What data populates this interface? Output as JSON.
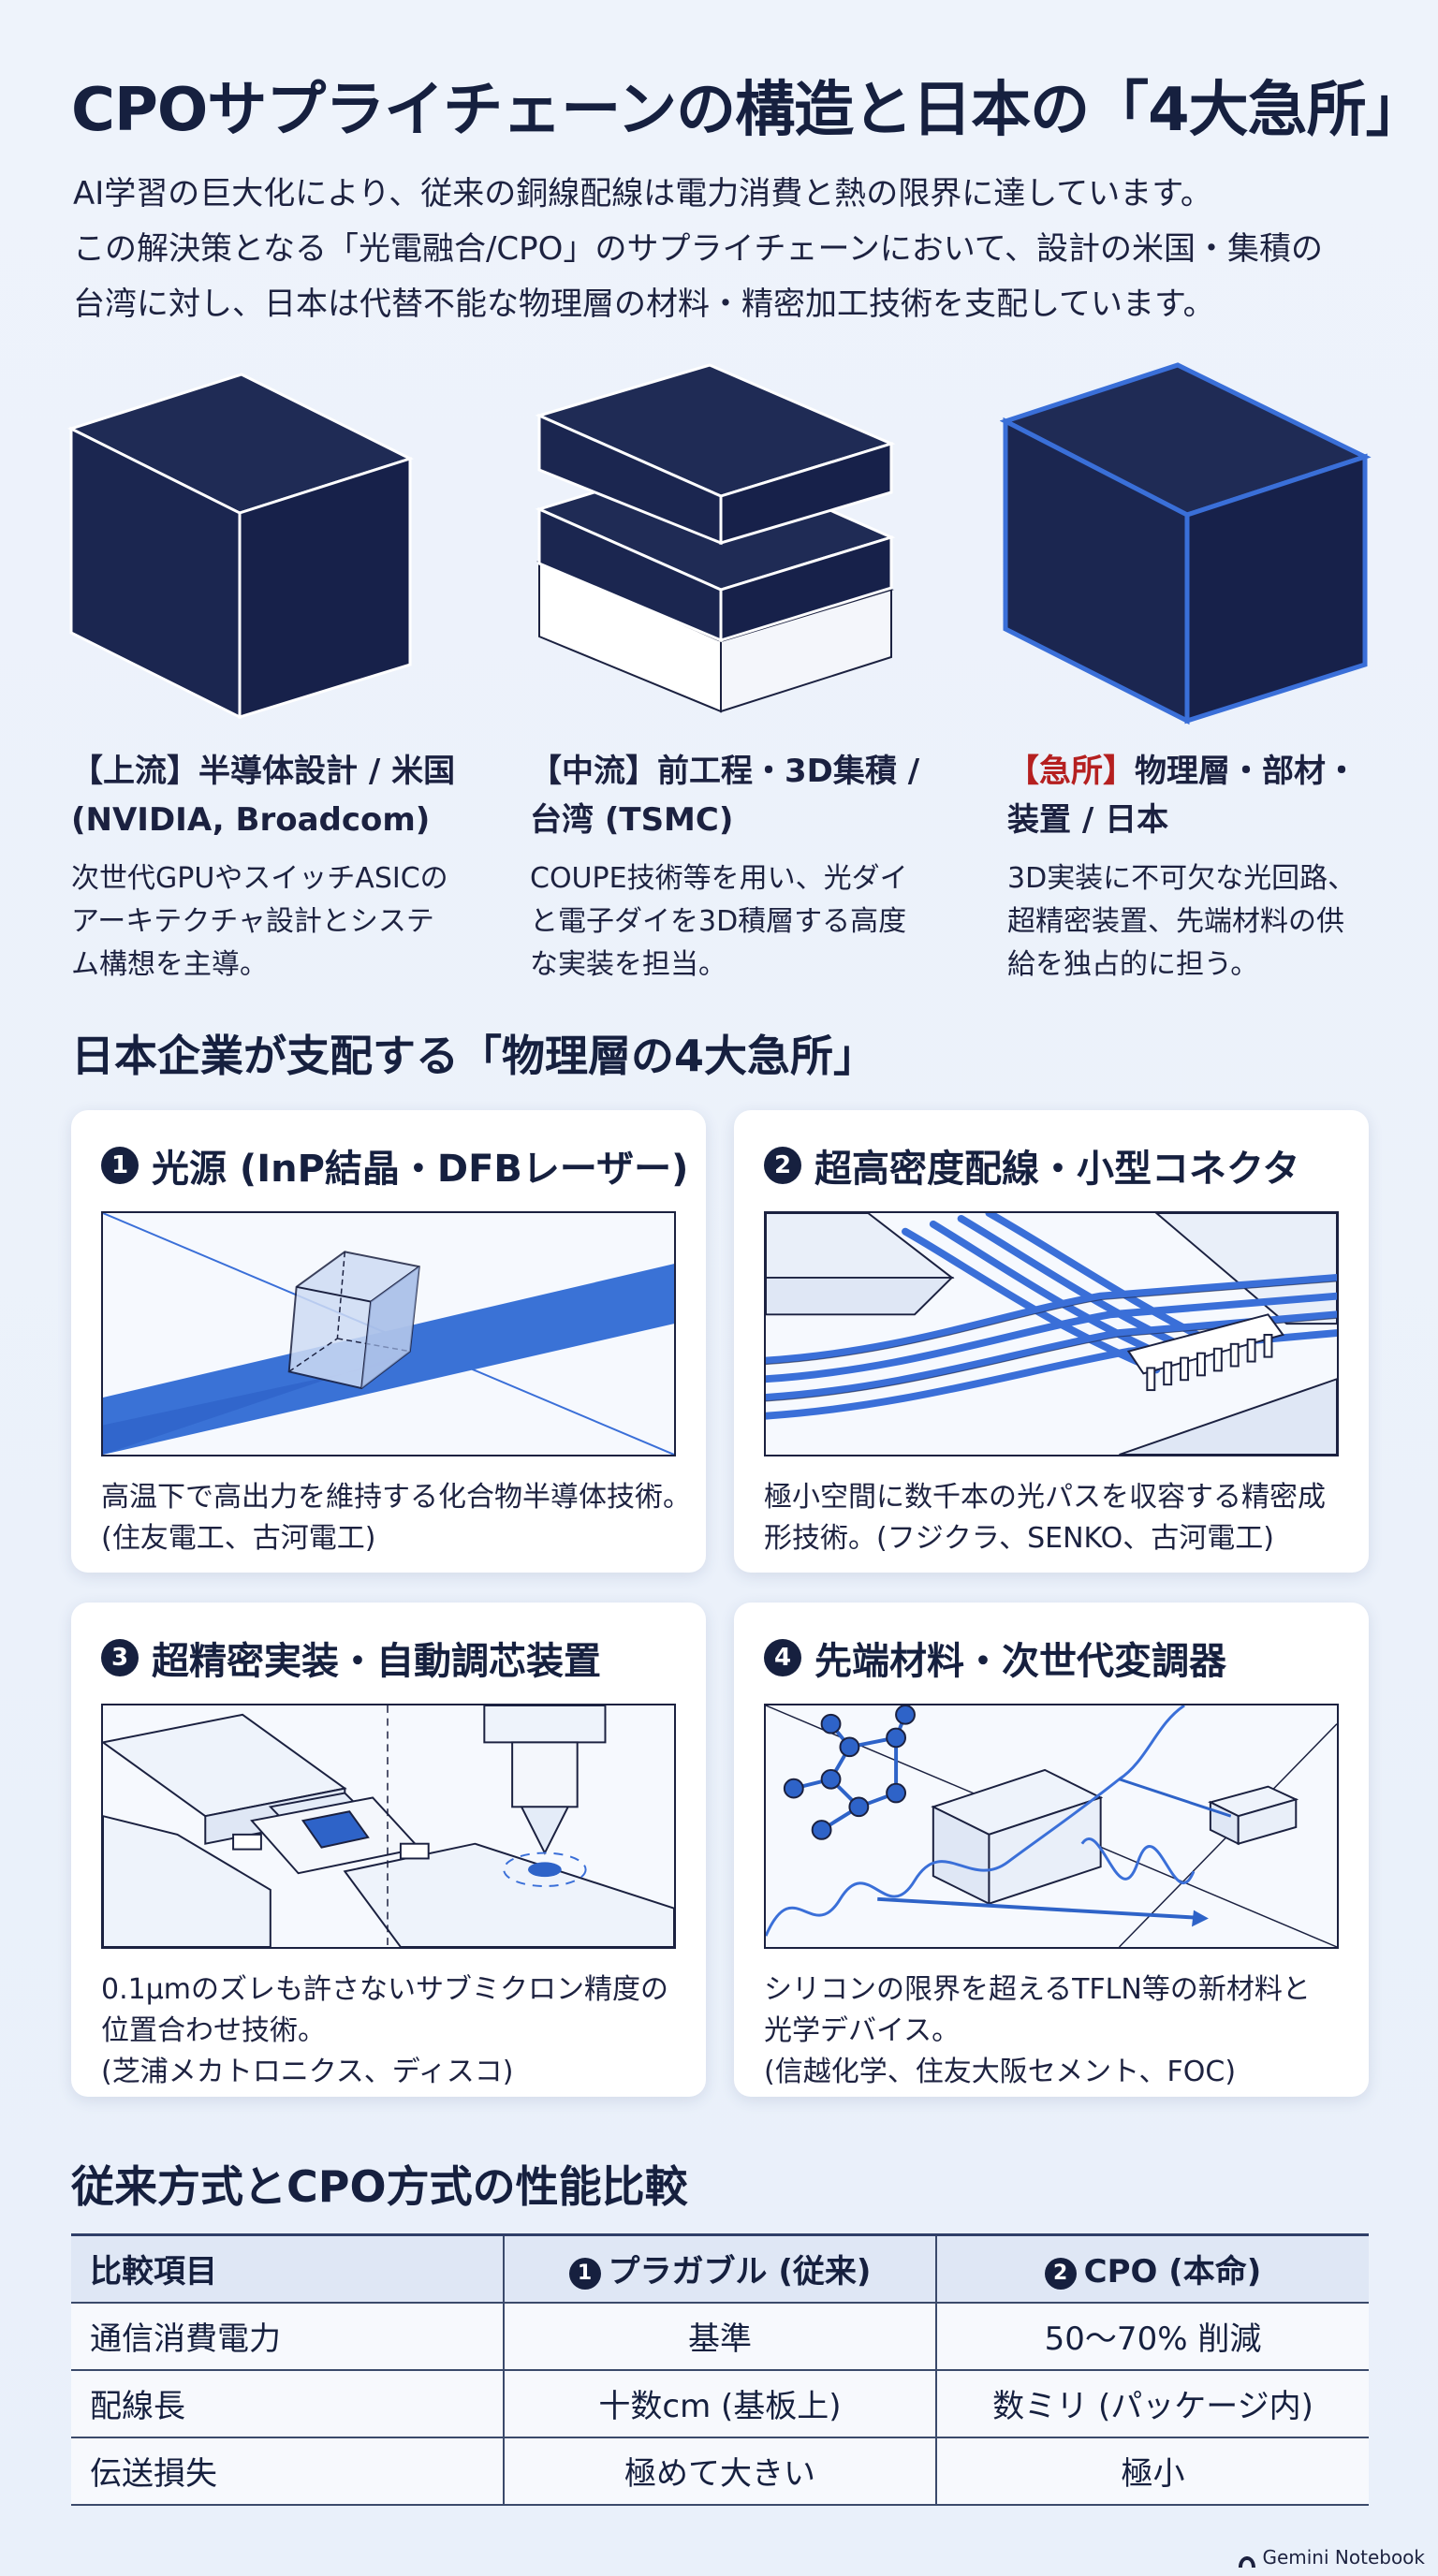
{
  "title": "CPOサプライチェーンの構造と日本の「4大急所」",
  "intro": [
    "AI学習の巨大化により、従来の銅線配線は電力消費と熱の限界に達しています。",
    "この解決策となる「光電融合/CPO」のサプライチェーンにおいて、設計の米国・集積の",
    "台湾に対し、日本は代替不能な物理層の材料・精密加工技術を支配しています。"
  ],
  "tiers": [
    {
      "head_lines": [
        "【上流】半導体設計 / 米国",
        "(NVIDIA, Broadcom)"
      ],
      "body_lines": [
        "次世代GPUやスイッチASICの",
        "アーキテクチャ設計とシステ",
        "ム構想を主導。"
      ]
    },
    {
      "head_lines": [
        "【中流】前工程・3D集積 /",
        "台湾 (TSMC)"
      ],
      "body_lines": [
        "COUPE技術等を用い、光ダイ",
        "と電子ダイを3D積層する高度",
        "な実装を担当。"
      ]
    },
    {
      "head_tag": "【急所】",
      "head_rest": "物理層・部材・",
      "head_line2": "装置 / 日本",
      "body_lines": [
        "3D実装に不可欠な光回路、",
        "超精密装置、先端材料の供",
        "給を独占的に担う。"
      ]
    }
  ],
  "section1_title": "日本企業が支配する「物理層の4大急所」",
  "cards": [
    {
      "num": "1",
      "title": "光源 (InP結晶・DFBレーザー)",
      "text_lines": [
        "高温下で高出力を維持する化合物半導体技術。",
        "(住友電工、古河電工)"
      ]
    },
    {
      "num": "2",
      "title": "超高密度配線・小型コネクタ",
      "text_lines": [
        "極小空間に数千本の光パスを収容する精密成",
        "形技術。(フジクラ、SENKO、古河電工)"
      ]
    },
    {
      "num": "3",
      "title": "超精密実装・自動調芯装置",
      "text_lines": [
        "0.1μmのズレも許さないサブミクロン精度の",
        "位置合わせ技術。",
        "(芝浦メカトロニクス、ディスコ)"
      ]
    },
    {
      "num": "4",
      "title": "先端材料・次世代変調器",
      "text_lines": [
        "シリコンの限界を超えるTFLN等の新材料と",
        "光学デバイス。",
        "(信越化学、住友大阪セメント、FOC)"
      ]
    }
  ],
  "section2_title": "従来方式とCPO方式の性能比較",
  "table": {
    "headers": [
      {
        "num": "",
        "label": "比較項目"
      },
      {
        "num": "1",
        "label": "プラガブル (従来)"
      },
      {
        "num": "2",
        "label": "CPO (本命)"
      }
    ],
    "rows": [
      [
        "通信消費電力",
        "基準",
        "50〜70% 削減"
      ],
      [
        "配線長",
        "十数cm (基板上)",
        "数ミリ (パッケージ内)"
      ],
      [
        "伝送損失",
        "極めて大きい",
        "極小"
      ]
    ]
  },
  "footer": "Gemini Notebook",
  "colors": {
    "navy": "#1b2a55",
    "accent_blue": "#3a6fd8",
    "red": "#b52020",
    "background": "#eaf1fb"
  }
}
